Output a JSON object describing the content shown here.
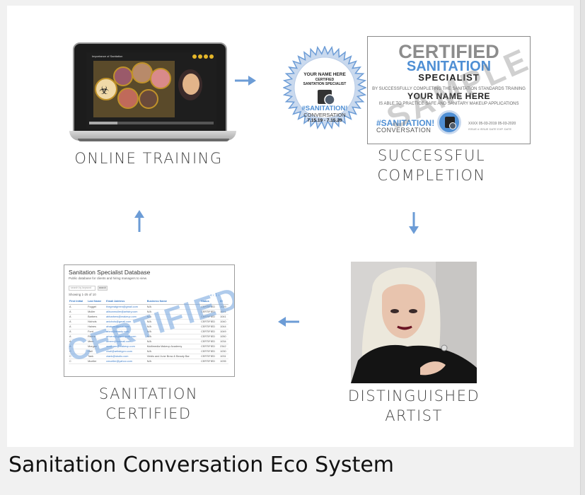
{
  "diagram": {
    "steps": [
      {
        "id": "online-training",
        "lines": [
          "ONLINE TRAINING"
        ]
      },
      {
        "id": "successful-completion",
        "lines": [
          "SUCCESSFUL",
          "COMPLETION"
        ]
      },
      {
        "id": "distinguished-artist",
        "lines": [
          "DISTINGUISHED",
          "ARTIST"
        ]
      },
      {
        "id": "sanitation-certified",
        "lines": [
          "SANITATION",
          "CERTIFIED"
        ]
      }
    ],
    "arrow_color": "#6c9cd6"
  },
  "laptop": {
    "screen_title": "Importance of Sanitation"
  },
  "seal": {
    "line1": "YOUR NAME HERE",
    "line2": "CERTIFIED",
    "line3": "SANITATION SPECIALIST",
    "hashtag": "#SANITATION!",
    "conversation": "CONVERSATION",
    "dates": "7.15.19 - 7.15.20"
  },
  "certificate": {
    "heading1": "CERTIFIED",
    "heading2": "SANITATION",
    "heading3": "SPECIALIST",
    "line_before": "BY SUCCESSFULLY COMPLETING THE SANITATION STANDARDS TRAINING",
    "name": "YOUR NAME HERE",
    "line_after": "IS ABLE TO PRACTICE SAFE AND SANITARY MAKEUP APPLICATIONS",
    "hashtag": "#SANITATION!",
    "conversation": "CONVERSATION",
    "meta_values": "XXXX 05-03-2019 05-03-2020",
    "meta_labels": "ISSUE # ISSUE DATE EXP. DATE",
    "watermark": "SAMPLE"
  },
  "database": {
    "title": "Sanitation Specialist Database",
    "subtitle": "Public database for clients and hiring managers to view.",
    "search_placeholder": "search by keyword",
    "search_button": "search",
    "showing": "Showing 1-25 of 10",
    "watermark": "CERTIFIED",
    "columns": [
      "First Initial",
      "Last Name",
      "Email Address",
      "Business Name",
      "Status",
      "ID"
    ],
    "rows": [
      [
        "A",
        "Fogget",
        "thegreatgreen@gmail.com",
        "N/A",
        "CERTIFIED",
        "1029"
      ],
      [
        "A",
        "Muller",
        "allisonmuller@artistry.com",
        "N/A",
        "CERTIFIED",
        "1001"
      ],
      [
        "A",
        "Barbers",
        "abbarbers@makeup.com",
        "N/A",
        "CERTIFIED",
        "1041"
      ],
      [
        "A",
        "Nichols",
        "anichols@gmail.com",
        "N/A",
        "CERTIFIED",
        "1040"
      ],
      [
        "A",
        "Haines",
        "ahaines@mua.com",
        "N/A",
        "CERTIFIED",
        "1044"
      ],
      [
        "A",
        "Ford",
        "aford@beauty.com",
        "N/A",
        "CERTIFIED",
        "1049"
      ],
      [
        "A",
        "Rivera",
        "arivera@glamsquad.com",
        "N/A",
        "CERTIFIED",
        "1050"
      ],
      [
        "A",
        "Meer",
        "ameer@hotmail.com",
        "N/A",
        "CERTIFIED",
        "1034"
      ],
      [
        "A",
        "Morgan",
        "amorgan@makeup.com",
        "Multimedia Makeup Academy",
        "CERTIFIED",
        "2342"
      ],
      [
        "C",
        "Hall",
        "chall@artistrypro.com",
        "N/A",
        "CERTIFIED",
        "1030"
      ],
      [
        "C",
        "Tank",
        "ctank@studio.com",
        "Viridis and June Brow & Beauty Bar",
        "CERTIFIED",
        "1031"
      ],
      [
        "C",
        "Mueller",
        "cmueller@yahoo.com",
        "N/A",
        "CERTIFIED",
        "1035"
      ]
    ]
  },
  "caption": "Sanitation Conversation Eco System"
}
